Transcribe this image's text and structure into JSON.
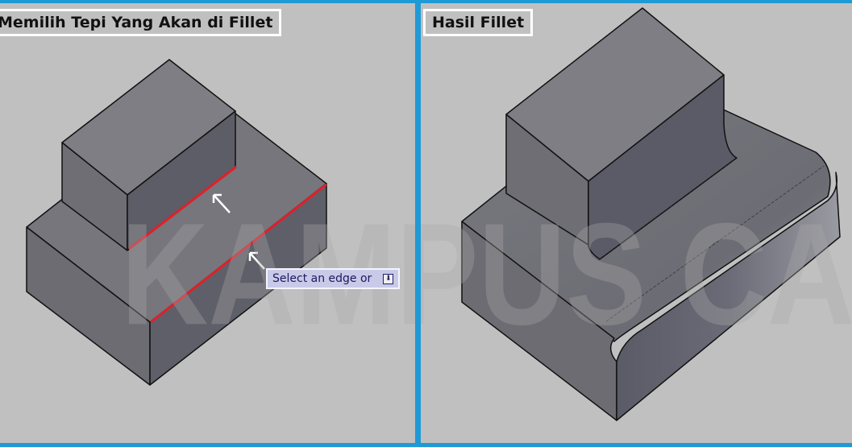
{
  "left_panel": {
    "title": "Memilih Tepi Yang Akan di Fillet",
    "tooltip": {
      "text": "Select an edge or",
      "icon": "dropdown-arrow-icon"
    }
  },
  "right_panel": {
    "title": "Hasil Fillet"
  },
  "watermark": "KAMPUS CAD",
  "colors": {
    "background": "#c0c0c0",
    "border": "#1e9ad6",
    "selected_edge": "#e0202a",
    "solid": "#6e6f78"
  }
}
